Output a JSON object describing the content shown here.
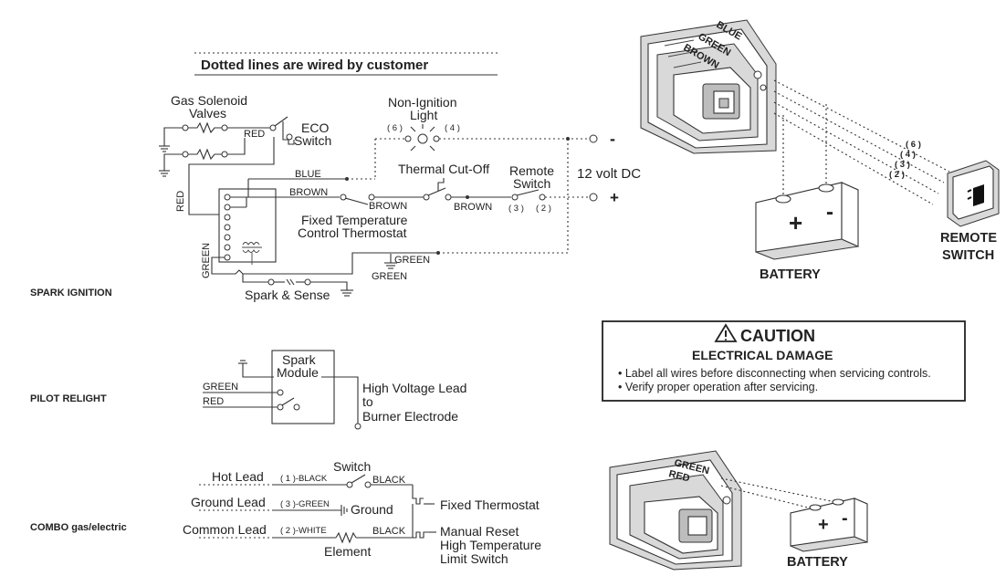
{
  "header": {
    "note": "Dotted lines are wired by customer"
  },
  "spark": {
    "section_label": "SPARK IGNITION",
    "gas_solenoid_line1": "Gas Solenoid",
    "gas_solenoid_line2": "Valves",
    "red_top": "RED",
    "eco_line1": "ECO",
    "eco_line2": "Switch",
    "non_ign_line1": "Non-Ignition",
    "non_ign_line2": "Light",
    "light_pin_left": "( 6 )",
    "light_pin_right": "( 4 )",
    "minus": "-",
    "plus": "+",
    "blue": "BLUE",
    "brown_left": "BROWN",
    "brown_mid": "BROWN",
    "brown_right": "BROWN",
    "thermal_cutoff": "Thermal Cut-Off",
    "remote_line1": "Remote",
    "remote_line2": "Switch",
    "volt": "12 volt DC",
    "remote_pin3": "( 3 )",
    "remote_pin2": "( 2 )",
    "fixed_temp_line1": "Fixed Temperature",
    "fixed_temp_line2": "Control Thermostat",
    "red_side": "RED",
    "green_side": "GREEN",
    "green_right": "GREEN",
    "green_ground": "GREEN",
    "spark_sense": "Spark & Sense"
  },
  "pilot": {
    "section_label": "PILOT RELIGHT",
    "module_line1": "Spark",
    "module_line2": "Module",
    "green": "GREEN",
    "red": "RED",
    "hv_line1": "High Voltage Lead",
    "hv_line2": "to",
    "hv_line3": "Burner Electrode"
  },
  "combo": {
    "section_label": "COMBO gas/electric",
    "hot_lead": "Hot Lead",
    "ground_lead": "Ground Lead",
    "common_lead": "Common Lead",
    "pin_black": "( 1 )-BLACK",
    "pin_green": "( 3 )-GREEN",
    "pin_white": "( 2 )-WHITE",
    "switch": "Switch",
    "black_top": "BLACK",
    "black_bottom": "BLACK",
    "ground": "Ground",
    "element": "Element",
    "fixed_thermostat": "Fixed Thermostat",
    "manual_line1": "Manual Reset",
    "manual_line2": "High Temperature",
    "manual_line3": "Limit Switch"
  },
  "caution": {
    "title": "CAUTION",
    "subtitle": "ELECTRICAL DAMAGE",
    "bullet1": "• Label all wires before disconnecting when servicing controls.",
    "bullet2": "• Verify proper operation after servicing."
  },
  "illustration_top": {
    "wire_blue": "BLUE",
    "wire_green": "GREEN",
    "wire_brown": "BROWN",
    "pin6": "( 6 )",
    "pin4": "( 4 )",
    "pin3": "( 3 )",
    "pin2": "( 2 )",
    "battery": "BATTERY",
    "battery_plus": "+",
    "battery_minus": "-",
    "remote_line1": "REMOTE",
    "remote_line2": "SWITCH"
  },
  "illustration_bottom": {
    "wire_green": "GREEN",
    "wire_red": "RED",
    "battery": "BATTERY",
    "battery_plus": "+",
    "battery_minus": "-"
  }
}
